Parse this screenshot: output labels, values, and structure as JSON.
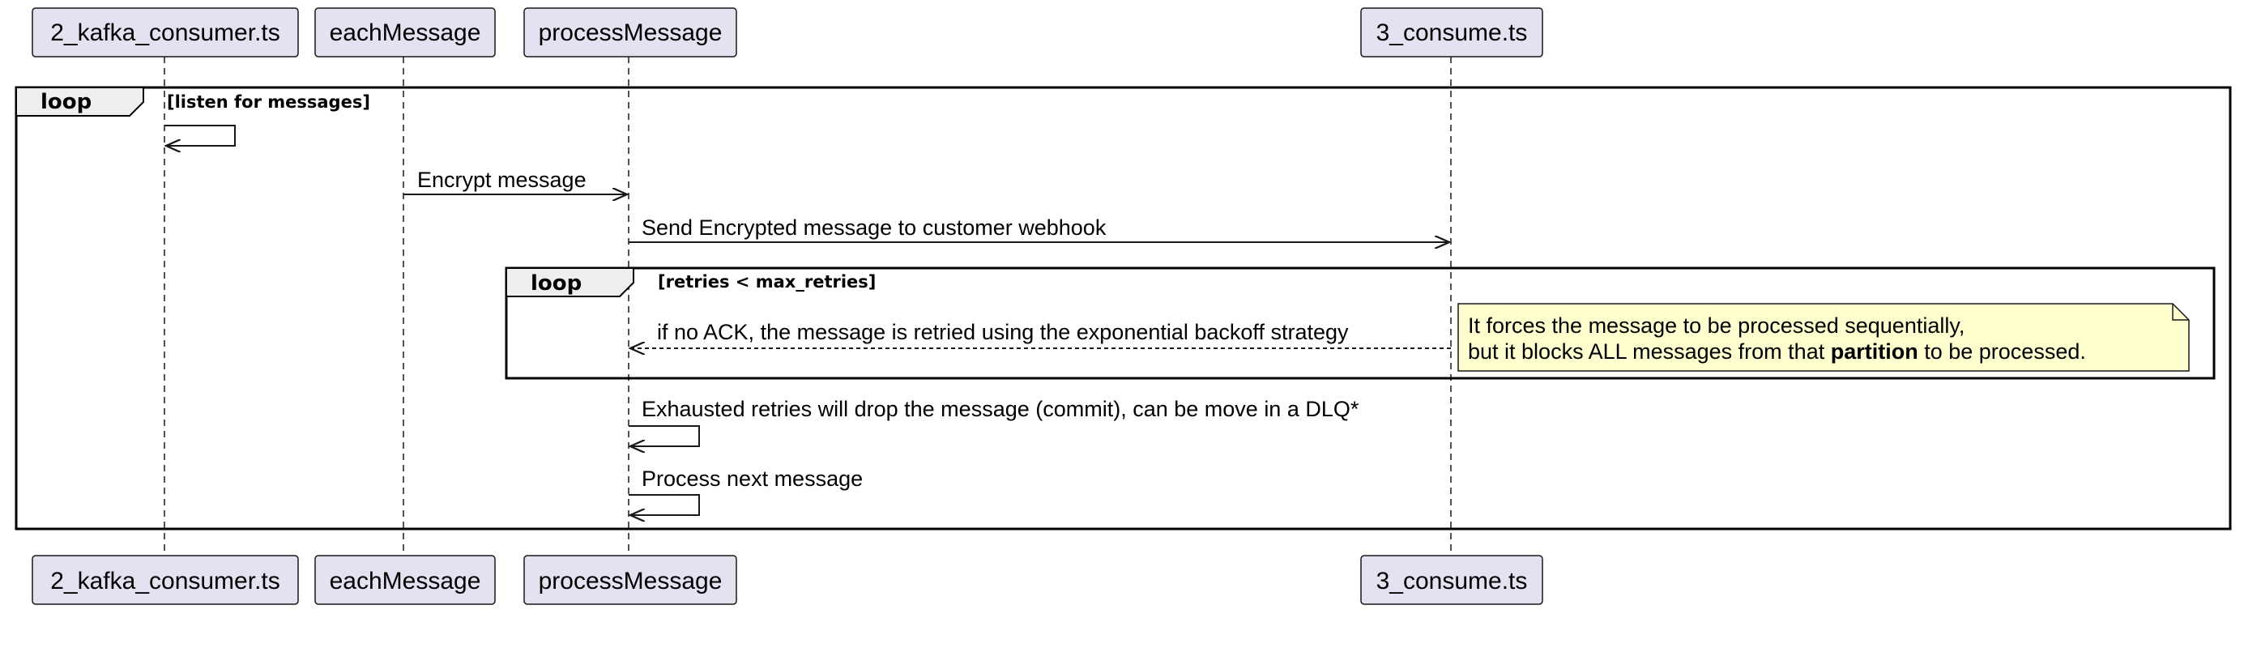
{
  "diagram": {
    "participants": [
      {
        "id": "consumer",
        "label": "2_kafka_consumer.ts"
      },
      {
        "id": "each",
        "label": "eachMessage"
      },
      {
        "id": "process",
        "label": "processMessage"
      },
      {
        "id": "consume",
        "label": "3_consume.ts"
      }
    ],
    "outer_loop": {
      "keyword": "loop",
      "guard": "[listen for messages]"
    },
    "inner_loop": {
      "keyword": "loop",
      "guard": "[retries < max_retries]"
    },
    "messages": [
      {
        "id": "self-listen",
        "from": "consumer",
        "to": "consumer",
        "label": "",
        "style": "solid"
      },
      {
        "id": "encrypt",
        "from": "each",
        "to": "process",
        "label": "Encrypt message",
        "style": "solid"
      },
      {
        "id": "send-webhook",
        "from": "process",
        "to": "consume",
        "label": "Send Encrypted message to customer webhook",
        "style": "solid"
      },
      {
        "id": "retry",
        "from": "consume",
        "to": "process",
        "label": "if no ACK, the message is retried using the exponential backoff strategy",
        "style": "dashed"
      },
      {
        "id": "exhausted",
        "from": "process",
        "to": "process",
        "label": "Exhausted retries will drop the message (commit), can be move in a DLQ*",
        "style": "solid"
      },
      {
        "id": "next",
        "from": "process",
        "to": "process",
        "label": "Process next message",
        "style": "solid"
      }
    ],
    "note": {
      "line1": "It forces the message to be processed sequentially,",
      "line2_prefix": "but it blocks ALL messages from that ",
      "line2_bold": "partition",
      "line2_suffix": " to be processed."
    },
    "colors": {
      "participant_fill": "#e2e2f0",
      "participant_border": "#181818",
      "note_fill": "#fefece",
      "lifeline": "#181818"
    }
  }
}
